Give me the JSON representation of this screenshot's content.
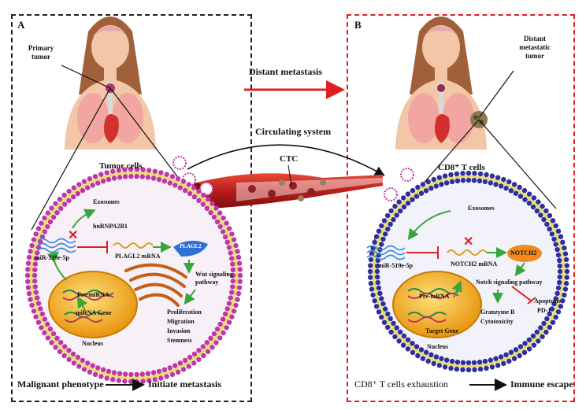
{
  "panel_a": {
    "letter": "A",
    "primary_tumor": "Primary tumor",
    "tumor_cells": "Tumor cells",
    "exosomes": "Exosomes",
    "hnrnpa2b1": "hnRNPA2B1",
    "mirna": "miR-519e-5p",
    "plagl2_mrna": "PLAGL2 mRNA",
    "plagl2": "PLAGL2",
    "wnt": "Wnt signaling pathway",
    "pre_mirna": "Pre-miRNA",
    "mirna_gene": "miRNA Gene",
    "nucleus": "Nucleus",
    "outcomes": [
      "Proliferation",
      "Migration",
      "Invasion",
      "Stemness"
    ],
    "footer_left": "Malignant phenotype",
    "footer_right": "Initiate metastasis"
  },
  "center": {
    "distant_metastasis": "Distant metastasis",
    "circulating_system": "Circulating system",
    "ctc": "CTC"
  },
  "panel_b": {
    "letter": "B",
    "distant_tumor": "Distant metastatic tumor",
    "cd8_cells": "CD8⁺ T cells",
    "exosomes": "Exosomes",
    "mirna": "miR-519e-5p",
    "notch2_mrna": "NOTCH2 mRNA",
    "notch2": "NOTCH2",
    "notch_pathway": "Notch signaling pathway",
    "pre_mrna": "Pre-mRNA",
    "target_gene": "Target Gene",
    "nucleus": "Nucleus",
    "granzyme": "Granzyme B",
    "cytotoxicity": "Cytotoxicity",
    "apoptosis": "Apoptosis",
    "pd1": "PD-1",
    "footer_left": "CD8⁺ T cells exhaustion",
    "footer_right": "Immune escape"
  },
  "colors": {
    "membrane_a": "#c036a8",
    "membrane_b": "#2e2ea0",
    "accent_red": "#e02020",
    "skin": "#f2c6a6",
    "hair": "#a0603a",
    "nucleus": "#f2a81e",
    "arrow_green": "#3aa63a",
    "plagl2": "#2f6fd6",
    "notch2": "#f28a1c"
  }
}
